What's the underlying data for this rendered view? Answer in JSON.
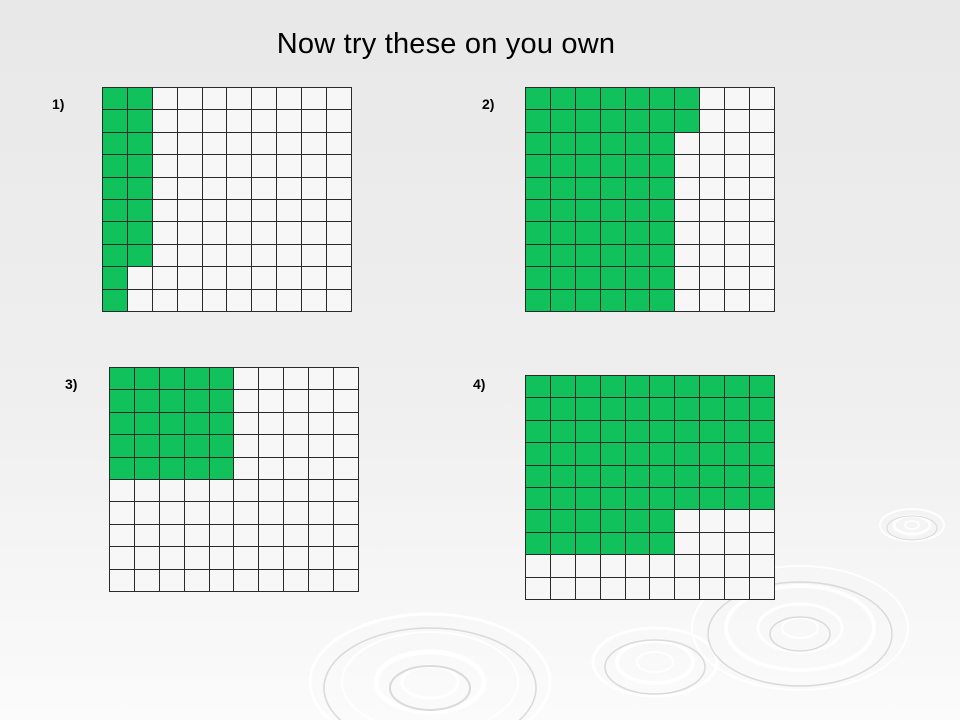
{
  "title": "Now try these on you own",
  "colors": {
    "shaded": "#11c15c",
    "unshaded": "#f7f7f7",
    "gridline": "#2a2a2a"
  },
  "problems": [
    {
      "label": "1)",
      "shaded_cells": [
        [
          0,
          0
        ],
        [
          0,
          1
        ],
        [
          1,
          0
        ],
        [
          1,
          1
        ],
        [
          2,
          0
        ],
        [
          2,
          1
        ],
        [
          3,
          0
        ],
        [
          3,
          1
        ],
        [
          4,
          0
        ],
        [
          4,
          1
        ],
        [
          5,
          0
        ],
        [
          5,
          1
        ],
        [
          6,
          0
        ],
        [
          6,
          1
        ],
        [
          7,
          0
        ],
        [
          7,
          1
        ],
        [
          8,
          0
        ],
        [
          9,
          0
        ]
      ]
    },
    {
      "label": "2)",
      "shaded_cells": [
        [
          0,
          0
        ],
        [
          0,
          1
        ],
        [
          0,
          2
        ],
        [
          0,
          3
        ],
        [
          0,
          4
        ],
        [
          0,
          5
        ],
        [
          0,
          6
        ],
        [
          1,
          0
        ],
        [
          1,
          1
        ],
        [
          1,
          2
        ],
        [
          1,
          3
        ],
        [
          1,
          4
        ],
        [
          1,
          5
        ],
        [
          1,
          6
        ],
        [
          2,
          0
        ],
        [
          2,
          1
        ],
        [
          2,
          2
        ],
        [
          2,
          3
        ],
        [
          2,
          4
        ],
        [
          2,
          5
        ],
        [
          3,
          0
        ],
        [
          3,
          1
        ],
        [
          3,
          2
        ],
        [
          3,
          3
        ],
        [
          3,
          4
        ],
        [
          3,
          5
        ],
        [
          4,
          0
        ],
        [
          4,
          1
        ],
        [
          4,
          2
        ],
        [
          4,
          3
        ],
        [
          4,
          4
        ],
        [
          4,
          5
        ],
        [
          5,
          0
        ],
        [
          5,
          1
        ],
        [
          5,
          2
        ],
        [
          5,
          3
        ],
        [
          5,
          4
        ],
        [
          5,
          5
        ],
        [
          6,
          0
        ],
        [
          6,
          1
        ],
        [
          6,
          2
        ],
        [
          6,
          3
        ],
        [
          6,
          4
        ],
        [
          6,
          5
        ],
        [
          7,
          0
        ],
        [
          7,
          1
        ],
        [
          7,
          2
        ],
        [
          7,
          3
        ],
        [
          7,
          4
        ],
        [
          7,
          5
        ],
        [
          8,
          0
        ],
        [
          8,
          1
        ],
        [
          8,
          2
        ],
        [
          8,
          3
        ],
        [
          8,
          4
        ],
        [
          8,
          5
        ],
        [
          9,
          0
        ],
        [
          9,
          1
        ],
        [
          9,
          2
        ],
        [
          9,
          3
        ],
        [
          9,
          4
        ],
        [
          9,
          5
        ]
      ]
    },
    {
      "label": "3)",
      "shaded_cells": [
        [
          0,
          0
        ],
        [
          0,
          1
        ],
        [
          0,
          2
        ],
        [
          0,
          3
        ],
        [
          0,
          4
        ],
        [
          1,
          0
        ],
        [
          1,
          1
        ],
        [
          1,
          2
        ],
        [
          1,
          3
        ],
        [
          1,
          4
        ],
        [
          2,
          0
        ],
        [
          2,
          1
        ],
        [
          2,
          2
        ],
        [
          2,
          3
        ],
        [
          2,
          4
        ],
        [
          3,
          0
        ],
        [
          3,
          1
        ],
        [
          3,
          2
        ],
        [
          3,
          3
        ],
        [
          3,
          4
        ],
        [
          4,
          0
        ],
        [
          4,
          1
        ],
        [
          4,
          2
        ],
        [
          4,
          3
        ],
        [
          4,
          4
        ]
      ]
    },
    {
      "label": "4)",
      "shaded_cells": [
        [
          0,
          0
        ],
        [
          0,
          1
        ],
        [
          0,
          2
        ],
        [
          0,
          3
        ],
        [
          0,
          4
        ],
        [
          0,
          5
        ],
        [
          0,
          6
        ],
        [
          0,
          7
        ],
        [
          0,
          8
        ],
        [
          0,
          9
        ],
        [
          1,
          0
        ],
        [
          1,
          1
        ],
        [
          1,
          2
        ],
        [
          1,
          3
        ],
        [
          1,
          4
        ],
        [
          1,
          5
        ],
        [
          1,
          6
        ],
        [
          1,
          7
        ],
        [
          1,
          8
        ],
        [
          1,
          9
        ],
        [
          2,
          0
        ],
        [
          2,
          1
        ],
        [
          2,
          2
        ],
        [
          2,
          3
        ],
        [
          2,
          4
        ],
        [
          2,
          5
        ],
        [
          2,
          6
        ],
        [
          2,
          7
        ],
        [
          2,
          8
        ],
        [
          2,
          9
        ],
        [
          3,
          0
        ],
        [
          3,
          1
        ],
        [
          3,
          2
        ],
        [
          3,
          3
        ],
        [
          3,
          4
        ],
        [
          3,
          5
        ],
        [
          3,
          6
        ],
        [
          3,
          7
        ],
        [
          3,
          8
        ],
        [
          3,
          9
        ],
        [
          4,
          0
        ],
        [
          4,
          1
        ],
        [
          4,
          2
        ],
        [
          4,
          3
        ],
        [
          4,
          4
        ],
        [
          4,
          5
        ],
        [
          4,
          6
        ],
        [
          4,
          7
        ],
        [
          4,
          8
        ],
        [
          4,
          9
        ],
        [
          5,
          0
        ],
        [
          5,
          1
        ],
        [
          5,
          2
        ],
        [
          5,
          3
        ],
        [
          5,
          4
        ],
        [
          5,
          5
        ],
        [
          5,
          6
        ],
        [
          5,
          7
        ],
        [
          5,
          8
        ],
        [
          5,
          9
        ],
        [
          6,
          0
        ],
        [
          6,
          1
        ],
        [
          6,
          2
        ],
        [
          6,
          3
        ],
        [
          6,
          4
        ],
        [
          6,
          5
        ],
        [
          7,
          0
        ],
        [
          7,
          1
        ],
        [
          7,
          2
        ],
        [
          7,
          3
        ],
        [
          7,
          4
        ],
        [
          7,
          5
        ]
      ]
    }
  ]
}
